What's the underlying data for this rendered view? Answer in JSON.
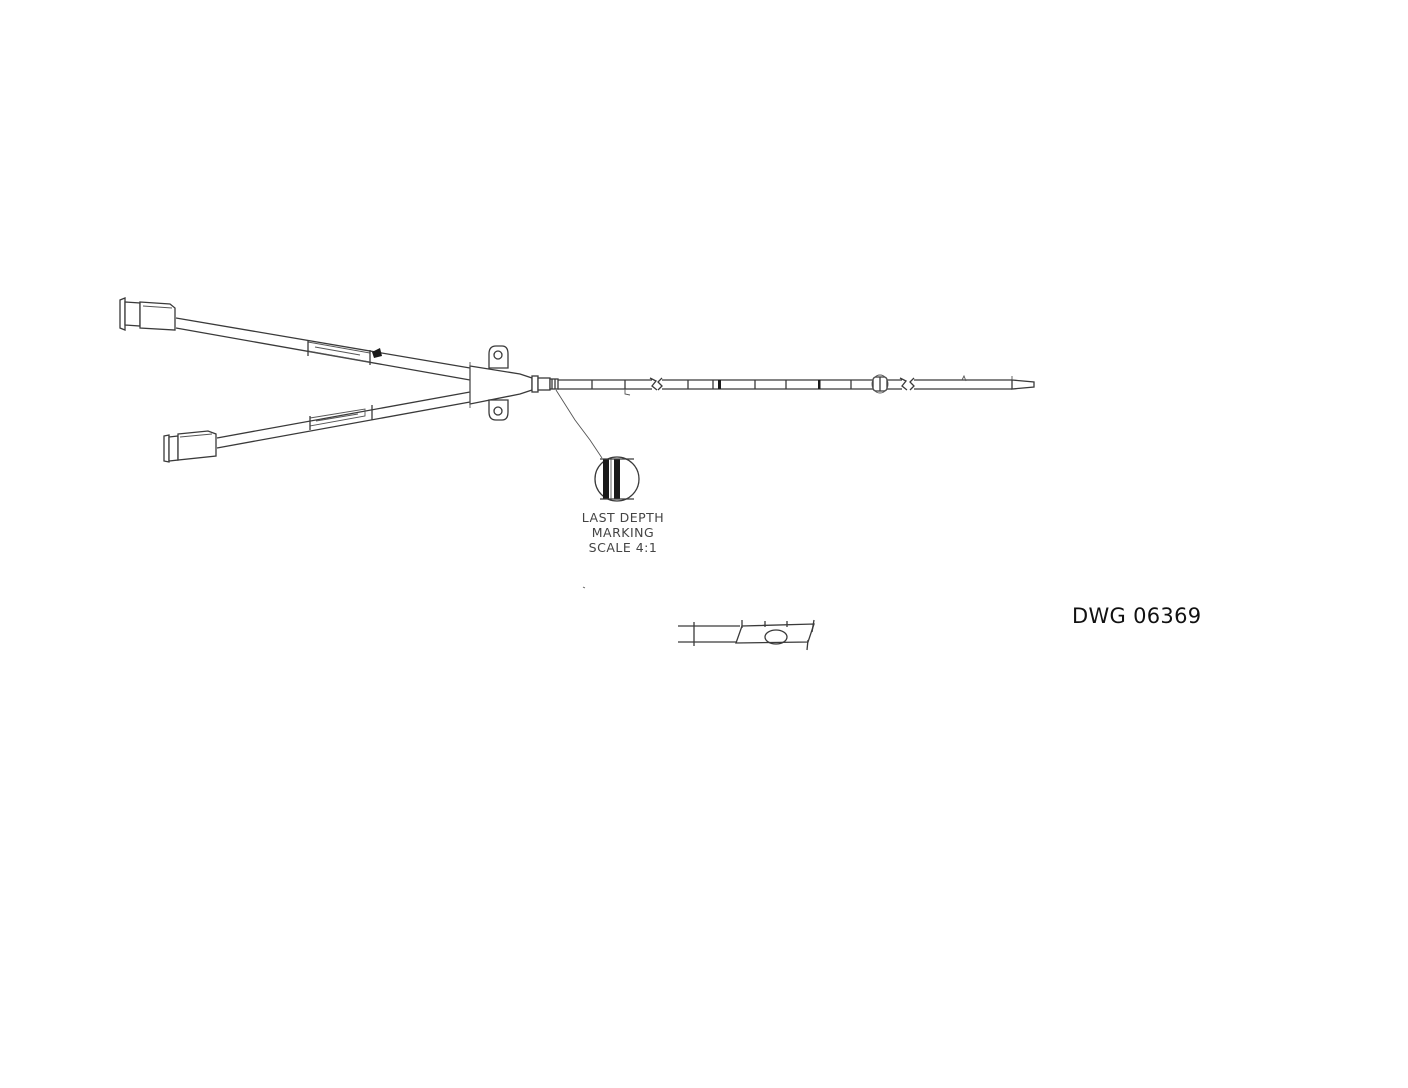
{
  "drawing": {
    "type": "technical line drawing",
    "subject": "dual-lumen catheter with bifurcated extension legs",
    "number_label": "DWG 06369"
  },
  "callout": {
    "line1": "LAST DEPTH",
    "line2": "MARKING",
    "line3": "SCALE 4:1"
  },
  "colors": {
    "line": "#3a3a3a",
    "background": "#ffffff",
    "text": "#111111"
  }
}
